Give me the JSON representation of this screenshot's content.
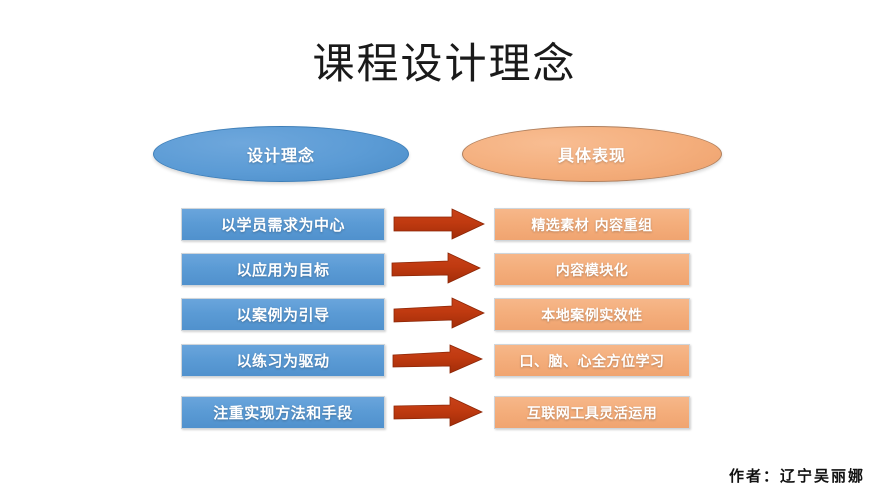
{
  "slide": {
    "title": "课程设计理念",
    "background_color": "#ffffff",
    "signature": "作者：辽宁吴丽娜"
  },
  "headers": {
    "left": {
      "label": "设计理念",
      "shape": "ellipse",
      "fill_color": "#5B9BD5",
      "text_color": "#FFFFFF"
    },
    "right": {
      "label": "具体表现",
      "shape": "ellipse",
      "fill_color": "#F4AE7C",
      "text_color": "#FFFFFF"
    }
  },
  "arrow": {
    "icon": "right-arrow-icon",
    "color": "#C03A10",
    "color_dark": "#A62F0B"
  },
  "rows": [
    {
      "left_label": "以学员需求为中心",
      "right_label": "精选素材 内容重组"
    },
    {
      "left_label": "以应用为目标",
      "right_label": "内容模块化"
    },
    {
      "left_label": "以案例为引导",
      "right_label": "本地案例实效性"
    },
    {
      "left_label": "以练习为驱动",
      "right_label": "口、脑、心全方位学习"
    },
    {
      "left_label": "注重实现方法和手段",
      "right_label": "互联网工具灵活运用"
    }
  ]
}
